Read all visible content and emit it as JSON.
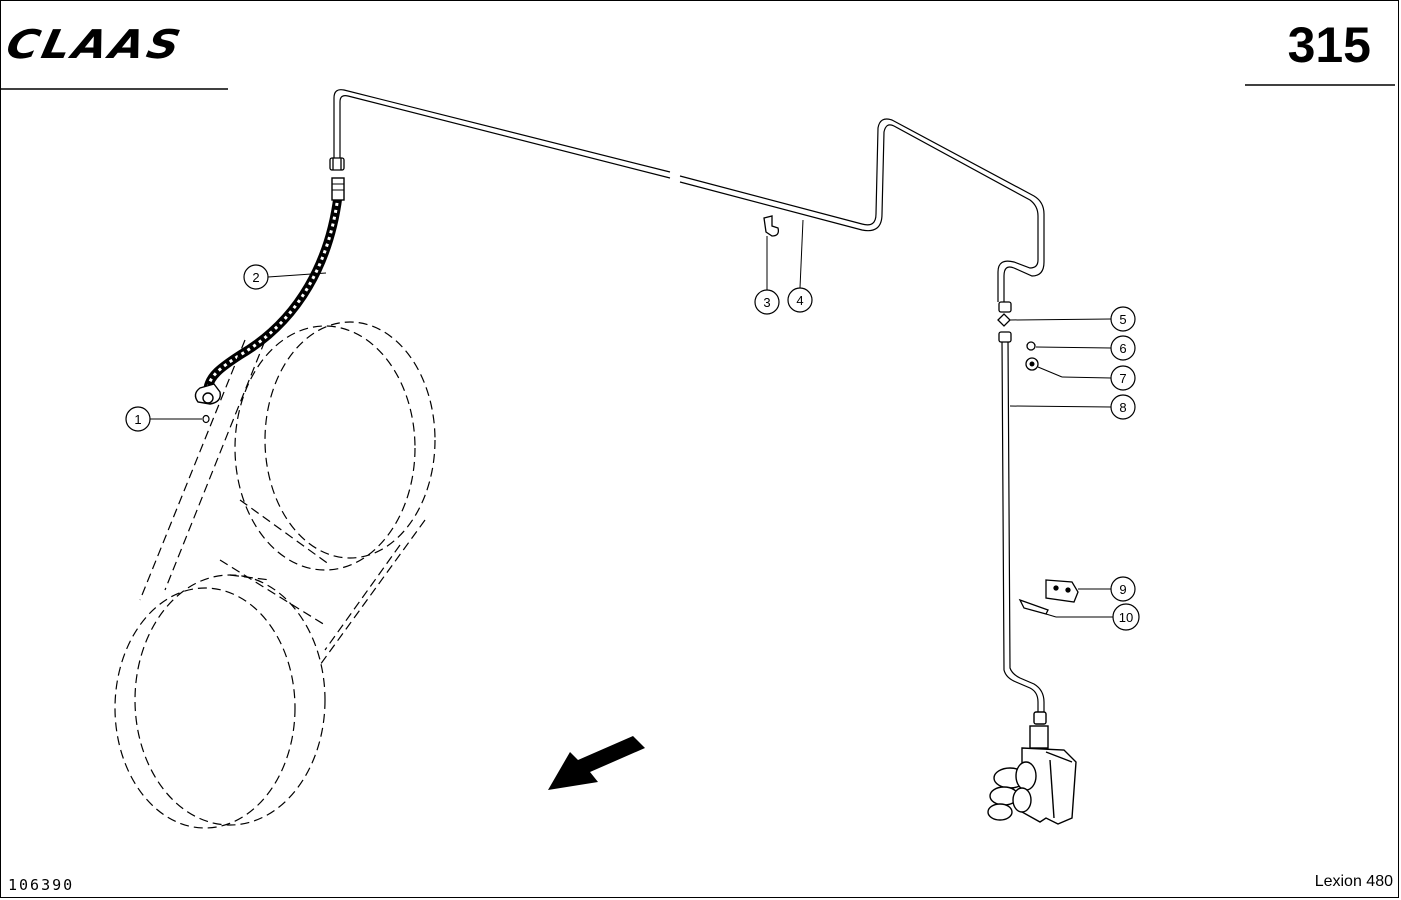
{
  "header": {
    "logo_text": "CLAAS",
    "page_number": "315"
  },
  "footer": {
    "drawing_number": "106390",
    "model": "Lexion 480"
  },
  "callouts": [
    {
      "label": "1"
    },
    {
      "label": "2"
    },
    {
      "label": "3"
    },
    {
      "label": "4"
    },
    {
      "label": "5"
    },
    {
      "label": "6"
    },
    {
      "label": "7"
    },
    {
      "label": "8"
    },
    {
      "label": "9"
    },
    {
      "label": "10"
    }
  ],
  "colors": {
    "ink": "#000000",
    "paper": "#ffffff"
  }
}
